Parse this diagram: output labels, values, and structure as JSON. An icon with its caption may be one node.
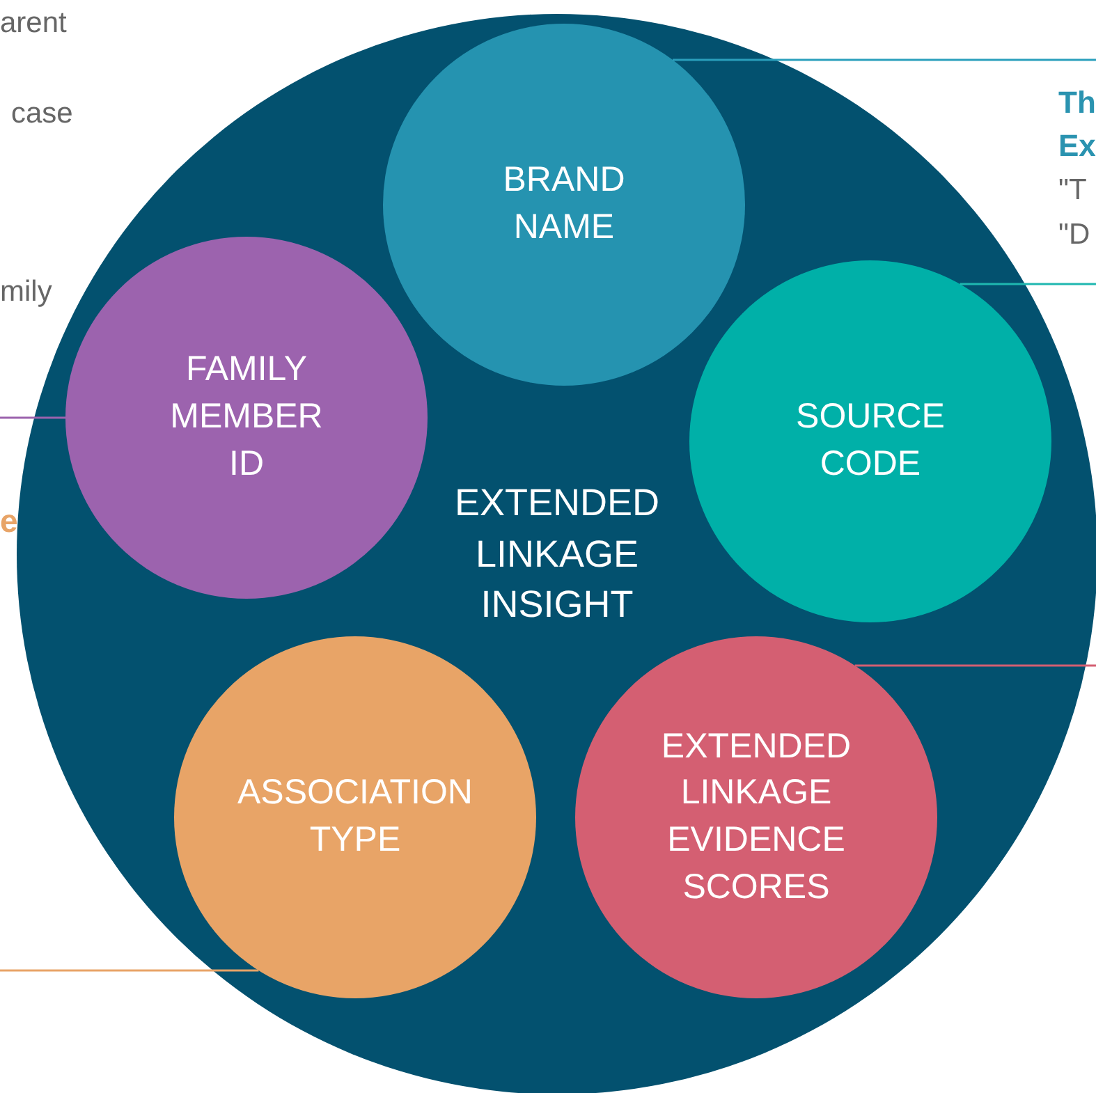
{
  "diagram": {
    "nodes": [
      {
        "text": [
          "EXTENDED LINKAGE INSIGHT"
        ]
      },
      {
        "text": [
          "BRAND NAME"
        ],
        "in": 0
      },
      {
        "text": [
          "FAMILY MEMBER ID"
        ],
        "in": 0
      },
      {
        "text": [
          "SOURCE CODE"
        ],
        "in": 0
      },
      {
        "text": [
          "ASSOCIATION TYPE"
        ],
        "in": 0
      },
      {
        "text": [
          "EXTENDED LINKAGE EVIDENCE SCORES"
        ],
        "in": 0
      }
    ],
    "edges": [
      {
        "from": null,
        "to": 1,
        "arrow": "none",
        "color": "#2a9fbc"
      },
      {
        "from": null,
        "to": 2,
        "arrow": "none",
        "color": "#9b62ad"
      },
      {
        "from": null,
        "to": 3,
        "arrow": "none",
        "color": "#1fb7b0"
      },
      {
        "from": null,
        "to": 4,
        "arrow": "none",
        "color": "#e8a467"
      },
      {
        "from": null,
        "to": 5,
        "arrow": "none",
        "color": "#d45f72"
      }
    ],
    "labels": [
      "arent",
      "case",
      "mily",
      "e",
      "Th",
      "Ex",
      "\"T",
      "\"D"
    ]
  }
}
